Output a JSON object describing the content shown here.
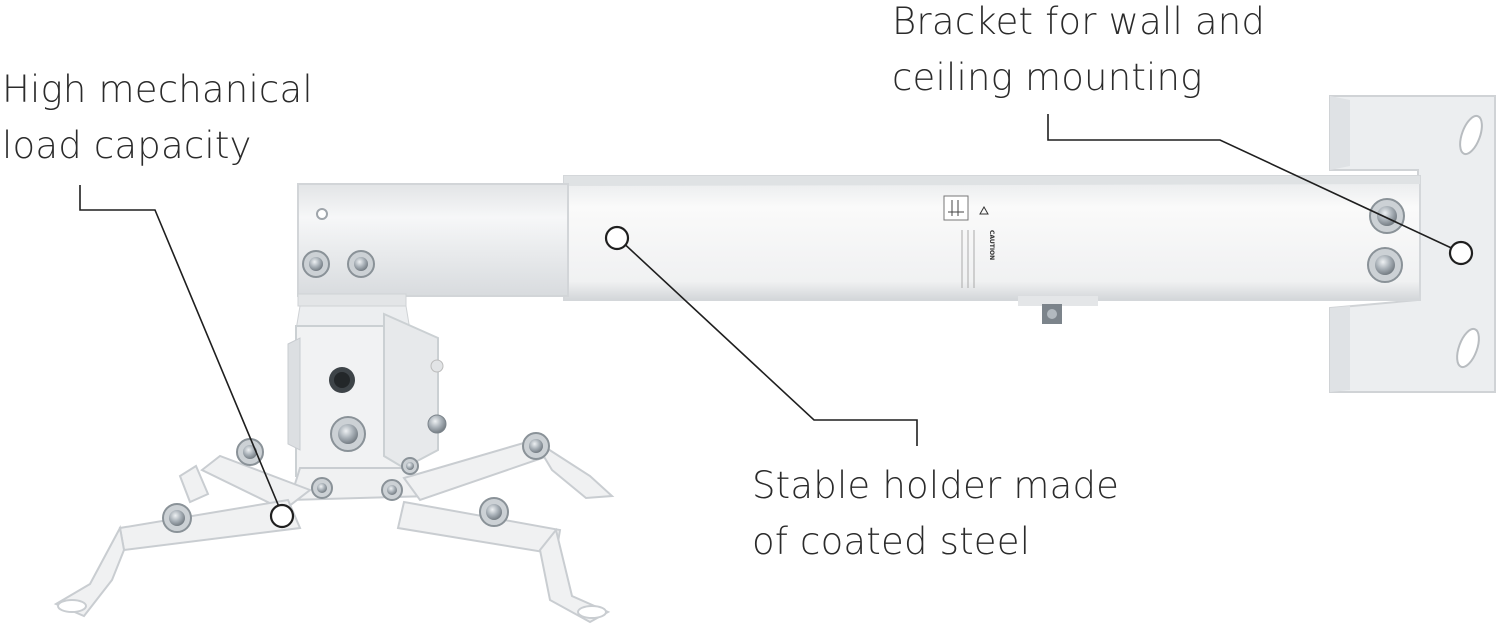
{
  "callouts": {
    "load_capacity": {
      "line1": "High mechanical",
      "line2": "load capacity"
    },
    "bracket": {
      "line1": "Bracket for wall and",
      "line2": "ceiling mounting"
    },
    "holder": {
      "line1": "Stable holder made",
      "line2": "of coated steel"
    }
  },
  "product_label": {
    "caution": "CAUTION"
  },
  "colors": {
    "steel_white": "#f1f2f3",
    "steel_shadow": "#d4d7da",
    "bolt": "#9aa3ab",
    "leader_line": "#1f1f1f",
    "text": "#2b2b2b"
  }
}
